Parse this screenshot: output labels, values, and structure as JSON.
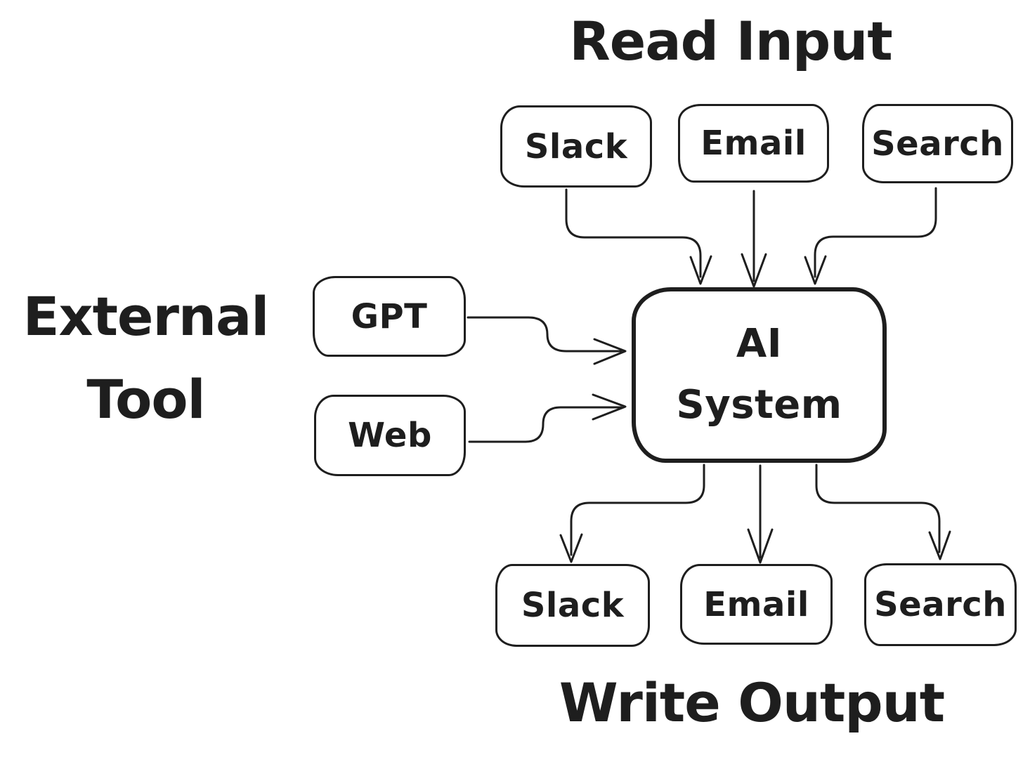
{
  "canvas": {
    "background": "#ffffff",
    "ink": "#1e1e1e"
  },
  "titles": {
    "read_input": "Read Input",
    "write_output": "Write Output",
    "external_tool": {
      "line1": "External",
      "line2": "Tool"
    }
  },
  "nodes": {
    "input_slack": {
      "label": "Slack"
    },
    "input_email": {
      "label": "Email"
    },
    "input_search": {
      "label": "Search"
    },
    "gpt": {
      "label": "GPT"
    },
    "web": {
      "label": "Web"
    },
    "ai_system": {
      "line1": "AI",
      "line2": "System"
    },
    "output_slack": {
      "label": "Slack"
    },
    "output_email": {
      "label": "Email"
    },
    "output_search": {
      "label": "Search"
    }
  },
  "edges": [
    {
      "from": "input_slack",
      "to": "ai_system",
      "direction": "down"
    },
    {
      "from": "input_email",
      "to": "ai_system",
      "direction": "down"
    },
    {
      "from": "input_search",
      "to": "ai_system",
      "direction": "down"
    },
    {
      "from": "gpt",
      "to": "ai_system",
      "direction": "right"
    },
    {
      "from": "web",
      "to": "ai_system",
      "direction": "right"
    },
    {
      "from": "ai_system",
      "to": "output_slack",
      "direction": "down"
    },
    {
      "from": "ai_system",
      "to": "output_email",
      "direction": "down"
    },
    {
      "from": "ai_system",
      "to": "output_search",
      "direction": "down"
    }
  ]
}
